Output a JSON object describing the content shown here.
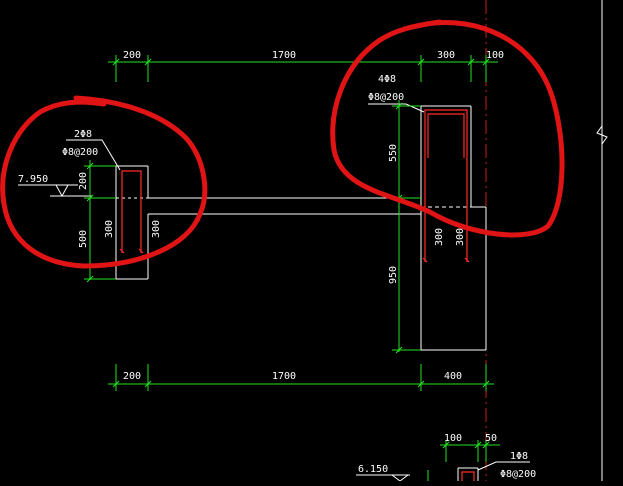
{
  "drawing": {
    "top_dims": [
      "200",
      "1700",
      "300",
      "100"
    ],
    "bottom_dims": [
      "200",
      "1700",
      "400"
    ],
    "lower_dims": [
      "100",
      "50"
    ],
    "left_rebar_top": "2Φ8",
    "left_stirrup": "Φ8@200",
    "right_rebar_top": "4Φ8",
    "right_stirrup": "Φ8@200",
    "lower_rebar_top": "1Φ8",
    "lower_stirrup": "Φ8@200",
    "elev_left": "7.950",
    "elev_lower": "6.150",
    "left_v_dims": [
      "200",
      "500"
    ],
    "left_bar_lengths": [
      "300",
      "300"
    ],
    "right_v_dims": [
      "550",
      "950"
    ],
    "right_bar_lengths": [
      "300",
      "300"
    ]
  },
  "colors": {
    "background": "#000000",
    "dimension_line": "#23e323",
    "outline": "#ffffff",
    "rebar": "#ff2a2a",
    "highlight": "#e01414"
  }
}
